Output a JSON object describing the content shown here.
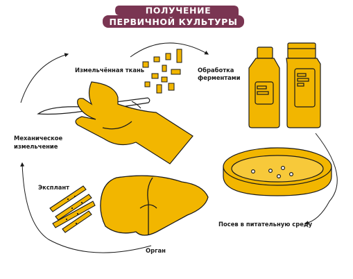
{
  "title": {
    "line1": "ПОЛУЧЕНИЕ",
    "line2": "ПЕРВИЧНОЙ КУЛЬТУРЫ"
  },
  "labels": {
    "minced_tissue": "Измельчённая ткань",
    "enzyme_treatment_1": "Обработка",
    "enzyme_treatment_2": "ферментами",
    "mechanical_1": "Механическое",
    "mechanical_2": "измельчение",
    "explant": "Эксплант",
    "organ": "Орган",
    "seeding": "Посев в питательную среду"
  },
  "colors": {
    "title_bg": "#7a3552",
    "fill": "#f2b600",
    "outline": "#1a1a1a"
  }
}
